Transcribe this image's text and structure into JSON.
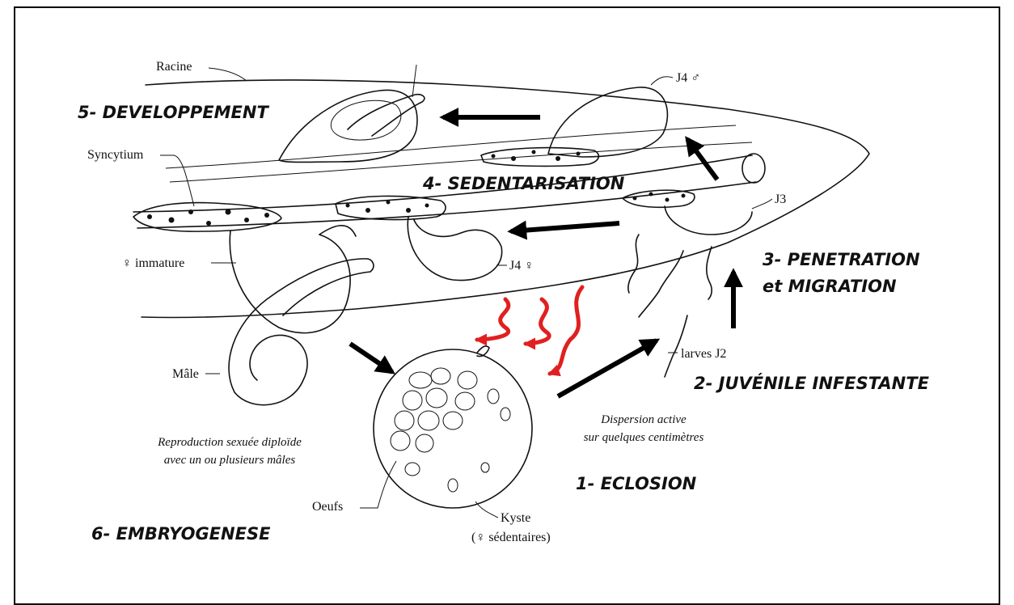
{
  "stages": {
    "developpement": "5- DEVELOPPEMENT",
    "sedentarisation": "4- SEDENTARISATION",
    "penetration_line1": "3- PENETRATION",
    "penetration_line2": "et MIGRATION",
    "juvenile": "2- JUVÉNILE INFESTANTE",
    "eclosion": "1- ECLOSION",
    "embryogenese": "6- EMBRYOGENESE"
  },
  "labels": {
    "racine": "Racine",
    "syncytium": "Syncytium",
    "j4_male": "J4 ♂",
    "j3": "J3",
    "j4_female": "J4 ♀",
    "female_immature": "♀ immature",
    "male": "Mâle",
    "larves_j2": "larves J2",
    "oeufs": "Oeufs",
    "kyste_line1": "Kyste",
    "kyste_line2": "(♀ sédentaires)"
  },
  "notes": {
    "reproduction_line1": "Reproduction sexuée diploïde",
    "reproduction_line2": "avec un ou plusieurs mâles",
    "dispersion_line1": "Dispersion active",
    "dispersion_line2": "sur quelques centimètres"
  },
  "colors": {
    "ink": "#111111",
    "arrow": "#000000",
    "root_exudate": "#e02020"
  }
}
